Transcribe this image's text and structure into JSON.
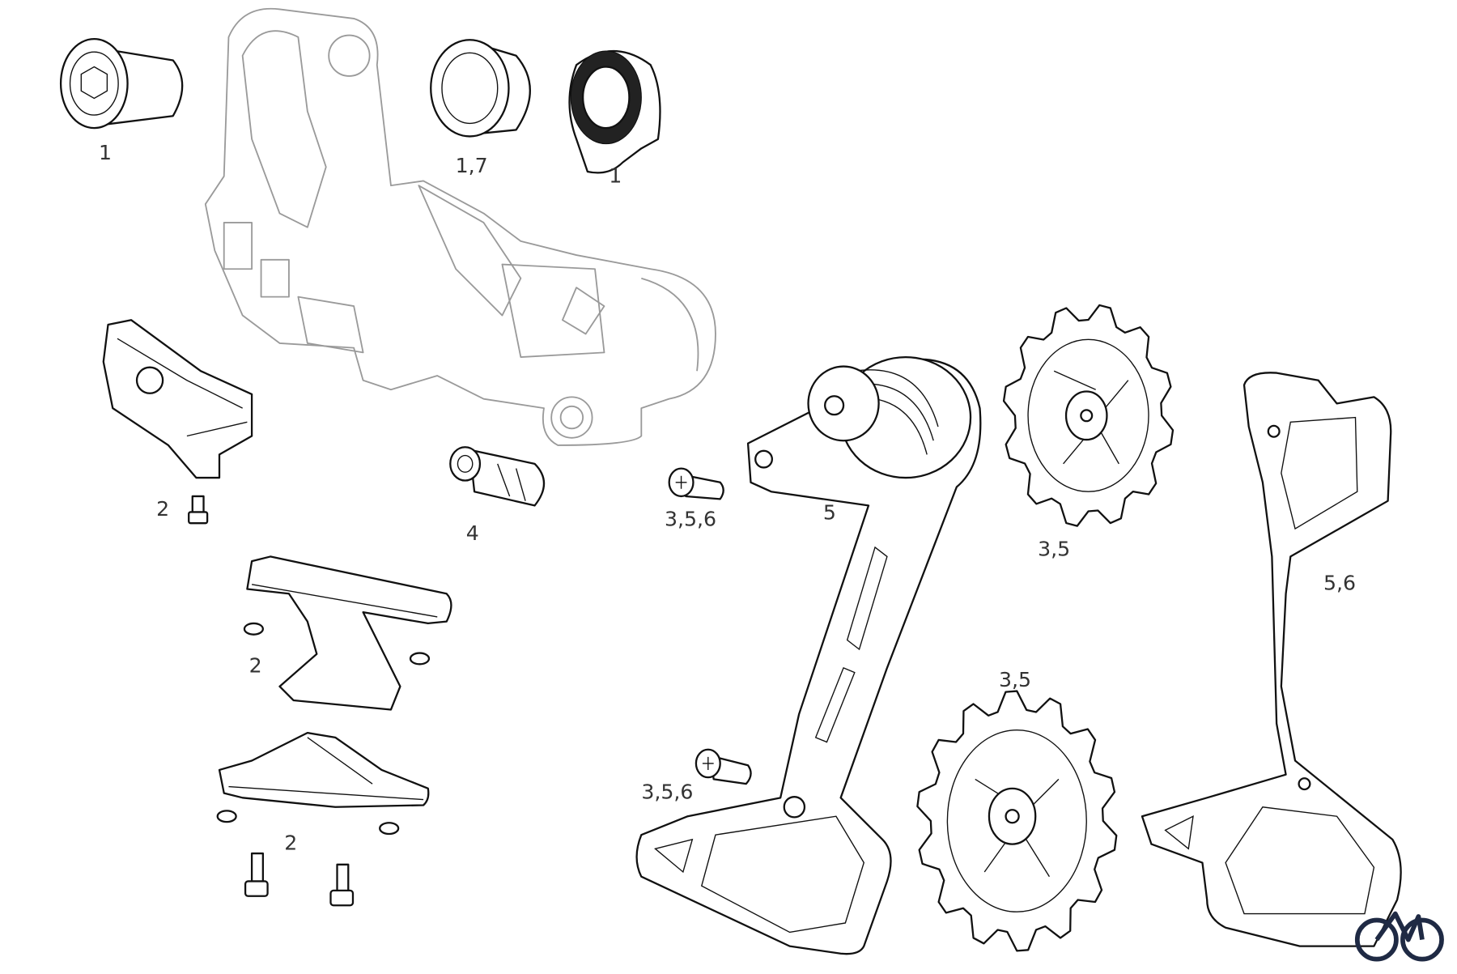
{
  "diagram": {
    "labels": {
      "bolt_top": "1",
      "bushing": "1,7",
      "hanger_washer": "1",
      "cage_screw_small": "2",
      "limit_pin": "4",
      "pulley_bolt_upper": "3,5,6",
      "outer_cage_assembly": "5",
      "upper_pulley": "3,5",
      "inner_cage": "5,6",
      "chain_guide_upper": "2",
      "lower_pulley": "3,5",
      "pulley_bolt_lower": "3,5,6",
      "chain_guide_lower": "2"
    },
    "logo": "bike-icon",
    "colors": {
      "line": "#111111",
      "ghost": "#9a9a9a",
      "logo": "#1f2a44"
    }
  }
}
